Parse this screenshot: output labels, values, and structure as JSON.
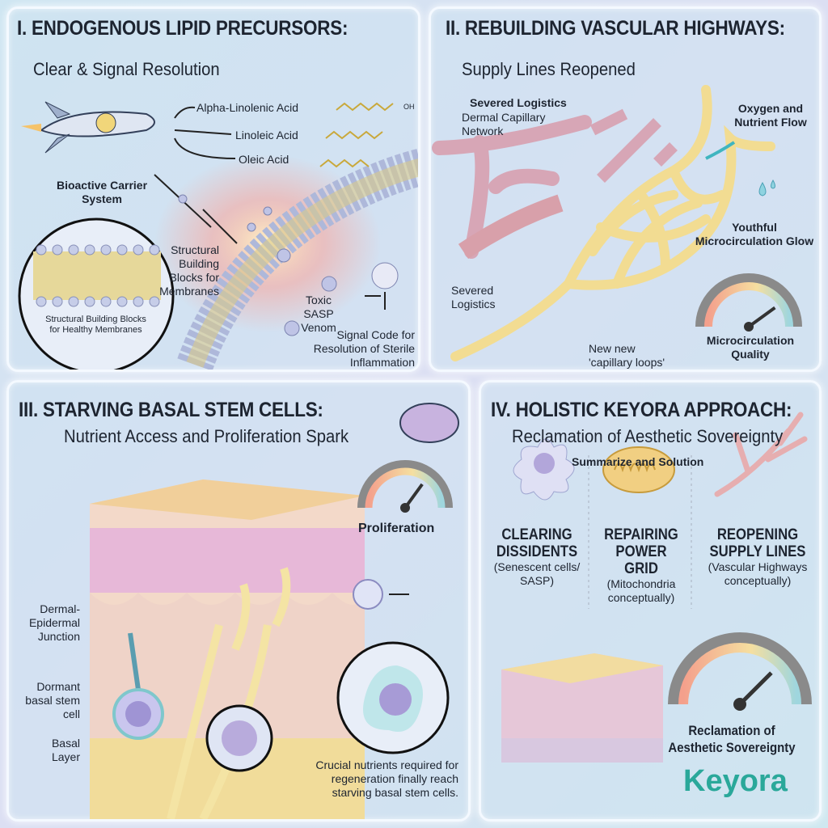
{
  "panel1": {
    "title": "I. ENDOGENOUS LIPID PRECURSORS:",
    "subtitle": "Clear & Signal Resolution",
    "acids": [
      "Alpha-Linolenic Acid",
      "Linoleic Acid",
      "Oleic Acid"
    ],
    "carrier_label": "Bioactive Carrier System",
    "inset_label": "Structural Building Blocks for Healthy Membranes",
    "blocks_label": "Structural Building Blocks for Membranes",
    "sasp_label": "Toxic SASP Venom",
    "signal_label": "Signal Code for Resolution of Sterile Inflammation",
    "oh": "OH"
  },
  "panel2": {
    "title": "II. REBUILDING VASCULAR HIGHWAYS:",
    "subtitle": "Supply Lines Reopened",
    "severed_title": "Severed Logistics",
    "network_label": "Dermal Capillary Network",
    "severed_label": "Severed Logistics",
    "new_loops": "New new 'capillary loops'",
    "flow_label": "Oxygen and Nutrient Flow",
    "glow_label": "Youthful Microcirculation Glow",
    "gauge_label": "Microcirculation Quality",
    "gauge_value": 0.8
  },
  "panel3": {
    "title": "III. STARVING BASAL STEM CELLS:",
    "subtitle": "Nutrient Access and Proliferation Spark",
    "gauge_label": "Proliferation",
    "gauge_value": 0.7,
    "dej_label": "Dermal-Epidermal Junction",
    "dormant_label": "Dormant basal stem cell",
    "basal_label": "Basal Layer",
    "caption": "Crucial nutrients required for regeneration finally reach starving basal stem cells."
  },
  "panel4": {
    "title": "IV. HOLISTIC KEYORA APPROACH:",
    "subtitle": "Reclamation of Aesthetic Sovereignty",
    "section_title": "Summarize and Solution",
    "items": [
      {
        "title": "CLEARING DISSIDENTS",
        "sub": "(Senescent cells/ SASP)"
      },
      {
        "title": "REPAIRING POWER GRID",
        "sub": "(Mitochondria conceptually)"
      },
      {
        "title": "REOPENING SUPPLY LINES",
        "sub": "(Vascular Highways conceptually)"
      }
    ],
    "gauge_label": "Reclamation of Aesthetic Sovereignty",
    "gauge_value": 0.75,
    "logo": "Keyora",
    "logo_color": "#2aa89a"
  }
}
